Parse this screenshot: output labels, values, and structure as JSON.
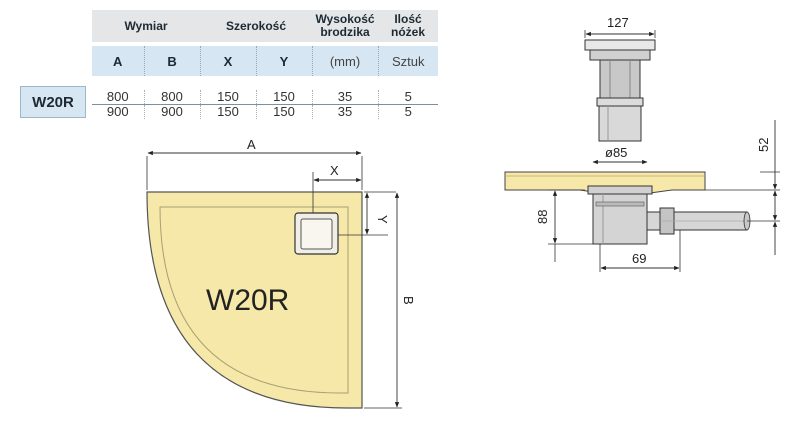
{
  "table": {
    "headers": {
      "wymiar": "Wymiar",
      "szerokosc": "Szerokość",
      "wysokosc": "Wysokość brodzika",
      "ilosc": "Ilość nóżek"
    },
    "subheaders": [
      "A",
      "B",
      "X",
      "Y",
      "(mm)",
      "Sztuk"
    ],
    "rows": [
      [
        "800",
        "800",
        "150",
        "150",
        "35",
        "5"
      ],
      [
        "900",
        "900",
        "150",
        "150",
        "35",
        "5"
      ]
    ]
  },
  "model": "W20R",
  "drawing": {
    "label_a": "A",
    "label_b": "B",
    "label_x": "X",
    "label_y": "Y",
    "title": "W20R"
  },
  "section": {
    "width_top": "127",
    "drain_diameter": "ø85",
    "height_52": "52",
    "height_88": "88",
    "offset_69": "69"
  },
  "colors": {
    "tray_fill": "#f6e8a8",
    "tray_stroke": "#555555",
    "header_blue": "#d6e6f2",
    "header_grey": "#e4e6e7"
  }
}
